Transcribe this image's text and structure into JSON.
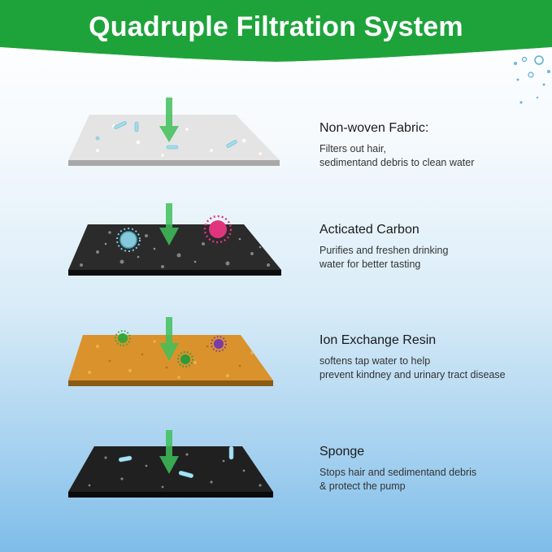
{
  "banner": {
    "title": "Quadruple Filtration System",
    "color": "#1ea33b"
  },
  "layers": [
    {
      "name": "Non-woven Fabric:",
      "lines": [
        "Filters out hair,",
        "sedimentand debris to clean water"
      ],
      "surface_color": "#e6e6e6"
    },
    {
      "name": "Acticated Carbon",
      "lines": [
        "Purifies and freshen drinking",
        "water for better tasting"
      ],
      "surface_color": "#2a2a2a"
    },
    {
      "name": "Ion Exchange Resin",
      "lines": [
        "softens tap water to help",
        "prevent kindney and urinary tract disease"
      ],
      "surface_color": "#d9932e"
    },
    {
      "name": "Sponge",
      "lines": [
        "Stops hair and sedimentand debris",
        "& protect the pump"
      ],
      "surface_color": "#1e1e1e"
    }
  ],
  "arrow_color": "#3fbf5a",
  "icons": [
    "water-droplets-icon",
    "down-arrow-icon",
    "germ-icon",
    "hair-particle-icon"
  ]
}
